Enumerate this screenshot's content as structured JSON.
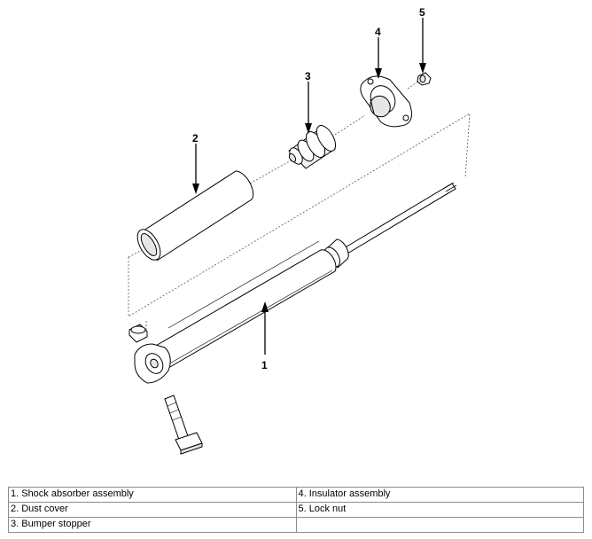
{
  "callouts": {
    "c1": "1",
    "c2": "2",
    "c3": "3",
    "c4": "4",
    "c5": "5"
  },
  "legend": {
    "left": [
      "1. Shock absorber assembly",
      "2. Dust cover",
      "3. Bumper stopper"
    ],
    "right": [
      "4. Insulator assembly",
      "5. Lock nut",
      ""
    ]
  },
  "colors": {
    "line": "#000000",
    "guide": "#555555",
    "shade": "#e6e6e6",
    "border": "#8c8c8c"
  }
}
